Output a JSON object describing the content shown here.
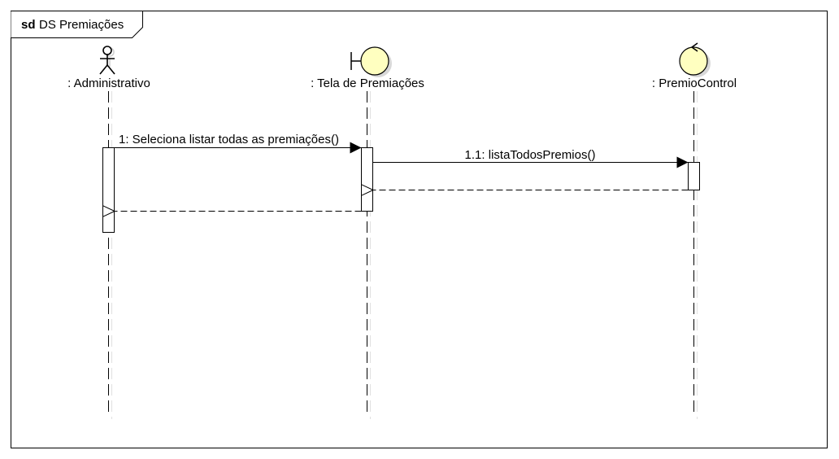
{
  "frame": {
    "keyword": "sd",
    "name": "DS Premiações"
  },
  "lifelines": [
    {
      "id": "admin",
      "label": ": Administrativo",
      "kind": "actor-icon"
    },
    {
      "id": "tela",
      "label": ": Tela de Premiações",
      "kind": "boundary-icon"
    },
    {
      "id": "control",
      "label": ": PremioControl",
      "kind": "control-icon"
    }
  ],
  "messages": [
    {
      "id": "m1",
      "label": "1: Seleciona listar todas as premiações()",
      "from": "admin",
      "to": "tela",
      "type": "sync"
    },
    {
      "id": "m2",
      "label": "1.1: listaTodosPremios()",
      "from": "tela",
      "to": "control",
      "type": "sync"
    },
    {
      "id": "m3",
      "label": "",
      "from": "control",
      "to": "tela",
      "type": "return"
    },
    {
      "id": "m4",
      "label": "",
      "from": "tela",
      "to": "admin",
      "type": "return"
    }
  ],
  "colors": {
    "stroke": "#000000",
    "icon_fill": "#ffffc0",
    "icon_shadow": "#d8d8d8",
    "lifeline_shadow": "#e0e0e0",
    "background": "#ffffff"
  }
}
